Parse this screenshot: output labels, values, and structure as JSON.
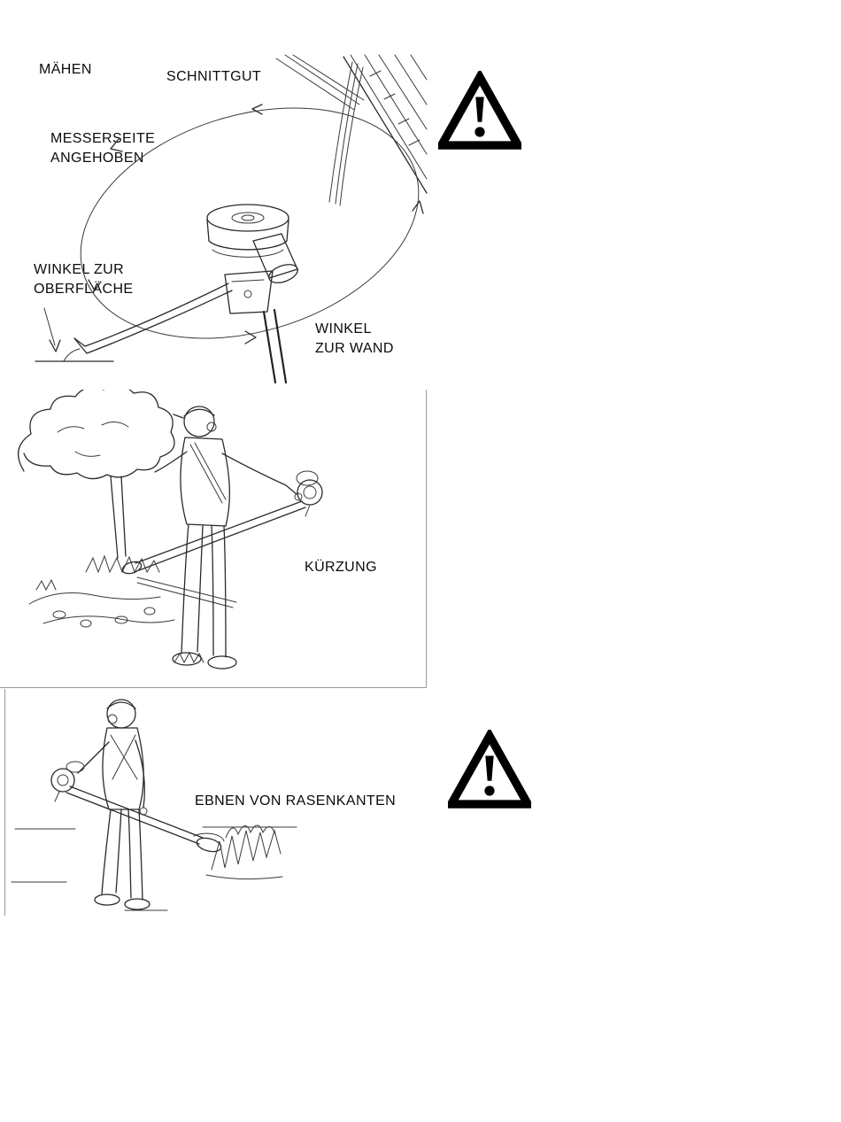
{
  "sections": {
    "maehen": {
      "title": "MÄHEN",
      "schnittgut": "SCHNITTGUT",
      "messerseite_line1": "MESSERSEITE",
      "messerseite_line2": "ANGEHOBEN",
      "winkel_oberflaeche_line1": "WINKEL ZUR",
      "winkel_oberflaeche_line2": "OBERFLÄCHE",
      "winkel_wand_line1": "WINKEL",
      "winkel_wand_line2": "ZUR WAND"
    },
    "kuerzung": {
      "label": "KÜRZUNG"
    },
    "rasenkanten": {
      "label": "EBNEN VON RASENKANTEN"
    }
  },
  "icons": {
    "warning_top": "warning-triangle",
    "warning_bottom": "warning-triangle"
  },
  "colors": {
    "ink": "#1a1a1a",
    "paper": "#ffffff"
  }
}
